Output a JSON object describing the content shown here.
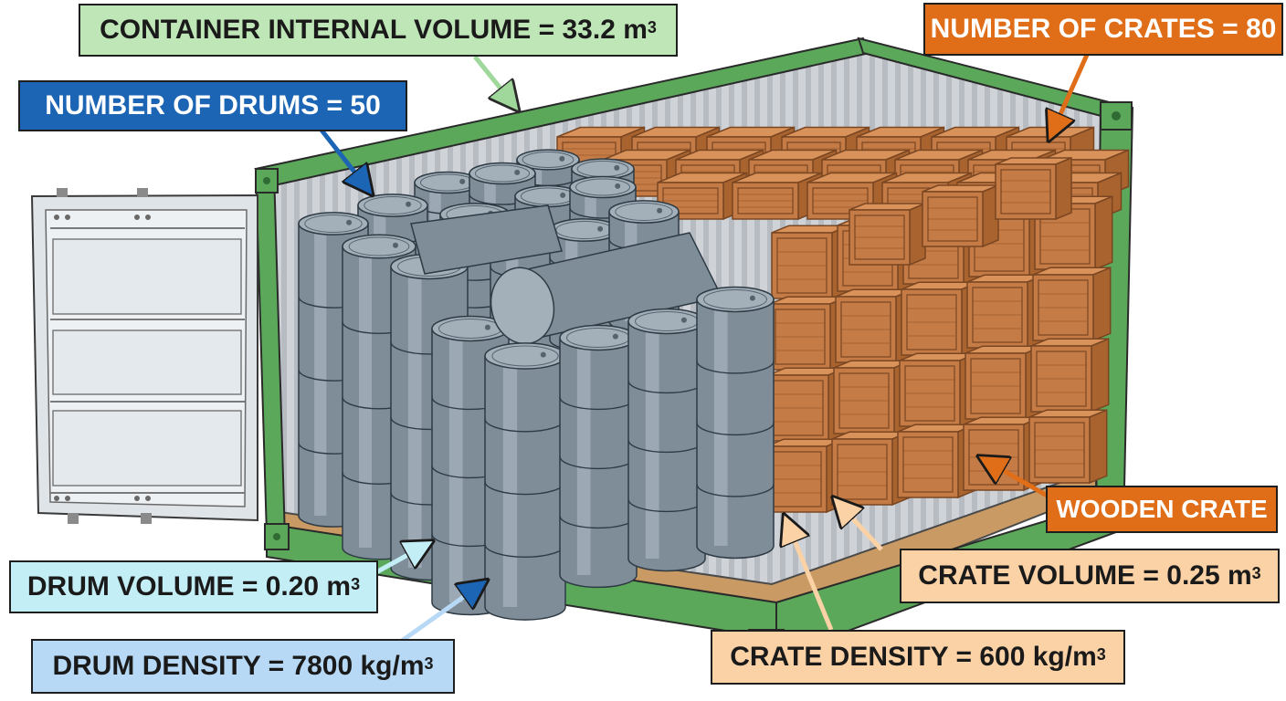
{
  "labels": {
    "container_volume": {
      "text": "CONTAINER INTERNAL VOLUME = 33.2 m",
      "sup": "3"
    },
    "num_drums": {
      "text": "NUMBER OF DRUMS = 50"
    },
    "num_crates": {
      "text": "NUMBER OF CRATES = 80"
    },
    "wooden_crate": {
      "text": "WOODEN CRATE"
    },
    "drum_volume": {
      "text": "DRUM VOLUME = 0.20 m",
      "sup": "3"
    },
    "drum_density": {
      "text": "DRUM DENSITY = 7800 kg/m",
      "sup": "3"
    },
    "crate_volume": {
      "text": "CRATE VOLUME = 0.25 m",
      "sup": "3"
    },
    "crate_density": {
      "text": "CRATE DENSITY = 600 kg/m",
      "sup": "3"
    }
  },
  "colors": {
    "container_green": "#5ba85a",
    "container_dark": "#2f6b33",
    "wall_grey": "#c9cdd2",
    "drum_steel": "#7f8d99",
    "drum_light": "#b4c0ca",
    "crate_wood": "#c57b45",
    "crate_dark": "#7a4622",
    "floor_wood": "#c99a63",
    "door_grey": "#dfe4e8"
  },
  "icons": [
    "steel-drum-icon",
    "wooden-crate-icon",
    "shipping-container-icon"
  ]
}
